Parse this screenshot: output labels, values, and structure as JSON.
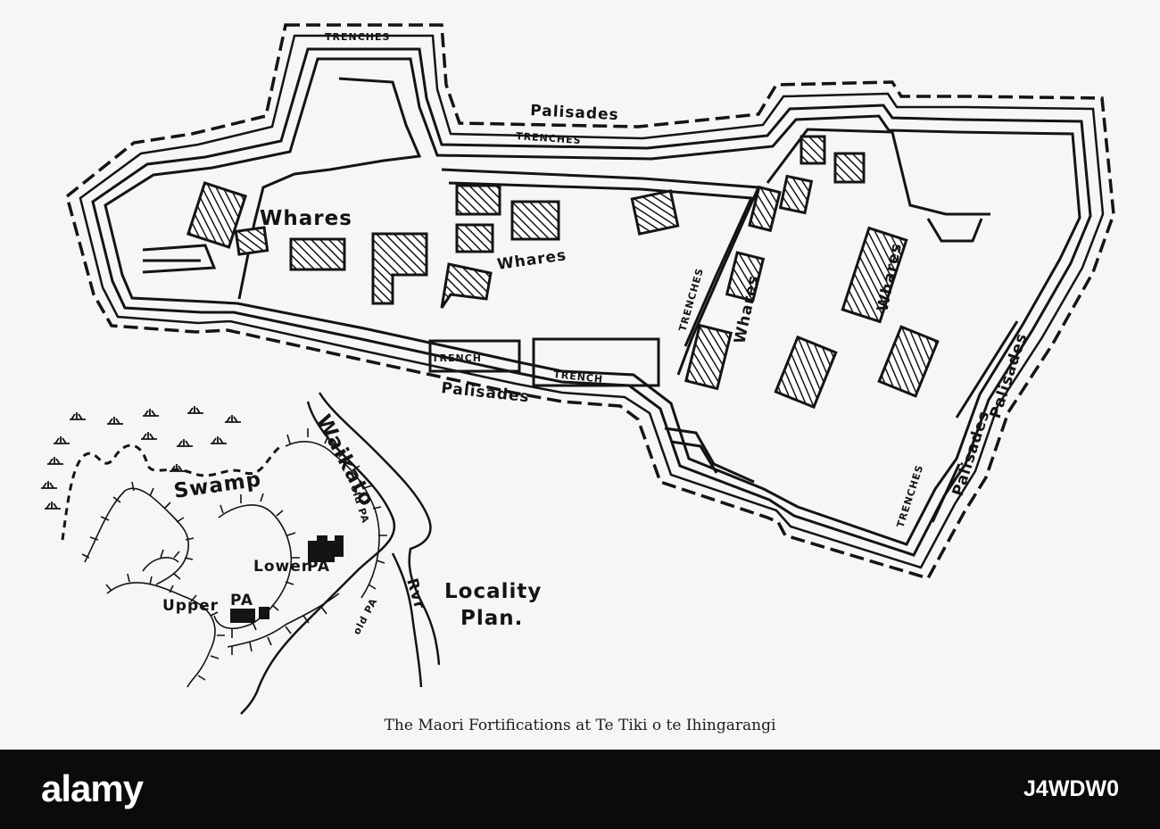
{
  "map": {
    "caption": "The Maori Fortifications at Te Tiki o te Ihingarangi",
    "labels": {
      "trenches_top": "TRENCHES",
      "palisades_top": "Palisades",
      "trenches_mid": "TRENCHES",
      "whares_left": "Whares",
      "whares_center": "Whares",
      "trenches_right_diag": "TRENCHES",
      "whares_mid_right": "Whares",
      "whares_far_right": "Whares",
      "trench_bottom_left": "TRENCH",
      "trench_bottom_right": "TRENCH",
      "palisades_bottom": "Palisades",
      "palisades_right": "Palisades",
      "trenches_bottom_right": "TRENCHES",
      "palisades_bottom_right": "Palisades"
    },
    "locality_plan": {
      "title_line1": "Locality",
      "title_line2": "Plan.",
      "swamp": "Swamp",
      "river": "Waikato",
      "river_abbrev": "Rvr",
      "upper_pa_1": "Upper",
      "upper_pa_2": "PA",
      "lower_pa_1": "Lower",
      "lower_pa_2": "PA",
      "old_pa_top": "old PA",
      "old_pa_bottom": "old PA"
    }
  },
  "watermark": {
    "brand": "alamy",
    "image_id": "J4WDW0"
  },
  "colors": {
    "ink": "#141414",
    "paper": "#f7f6f4",
    "footer_bg": "#0b0b0b",
    "footer_text": "#ffffff"
  }
}
